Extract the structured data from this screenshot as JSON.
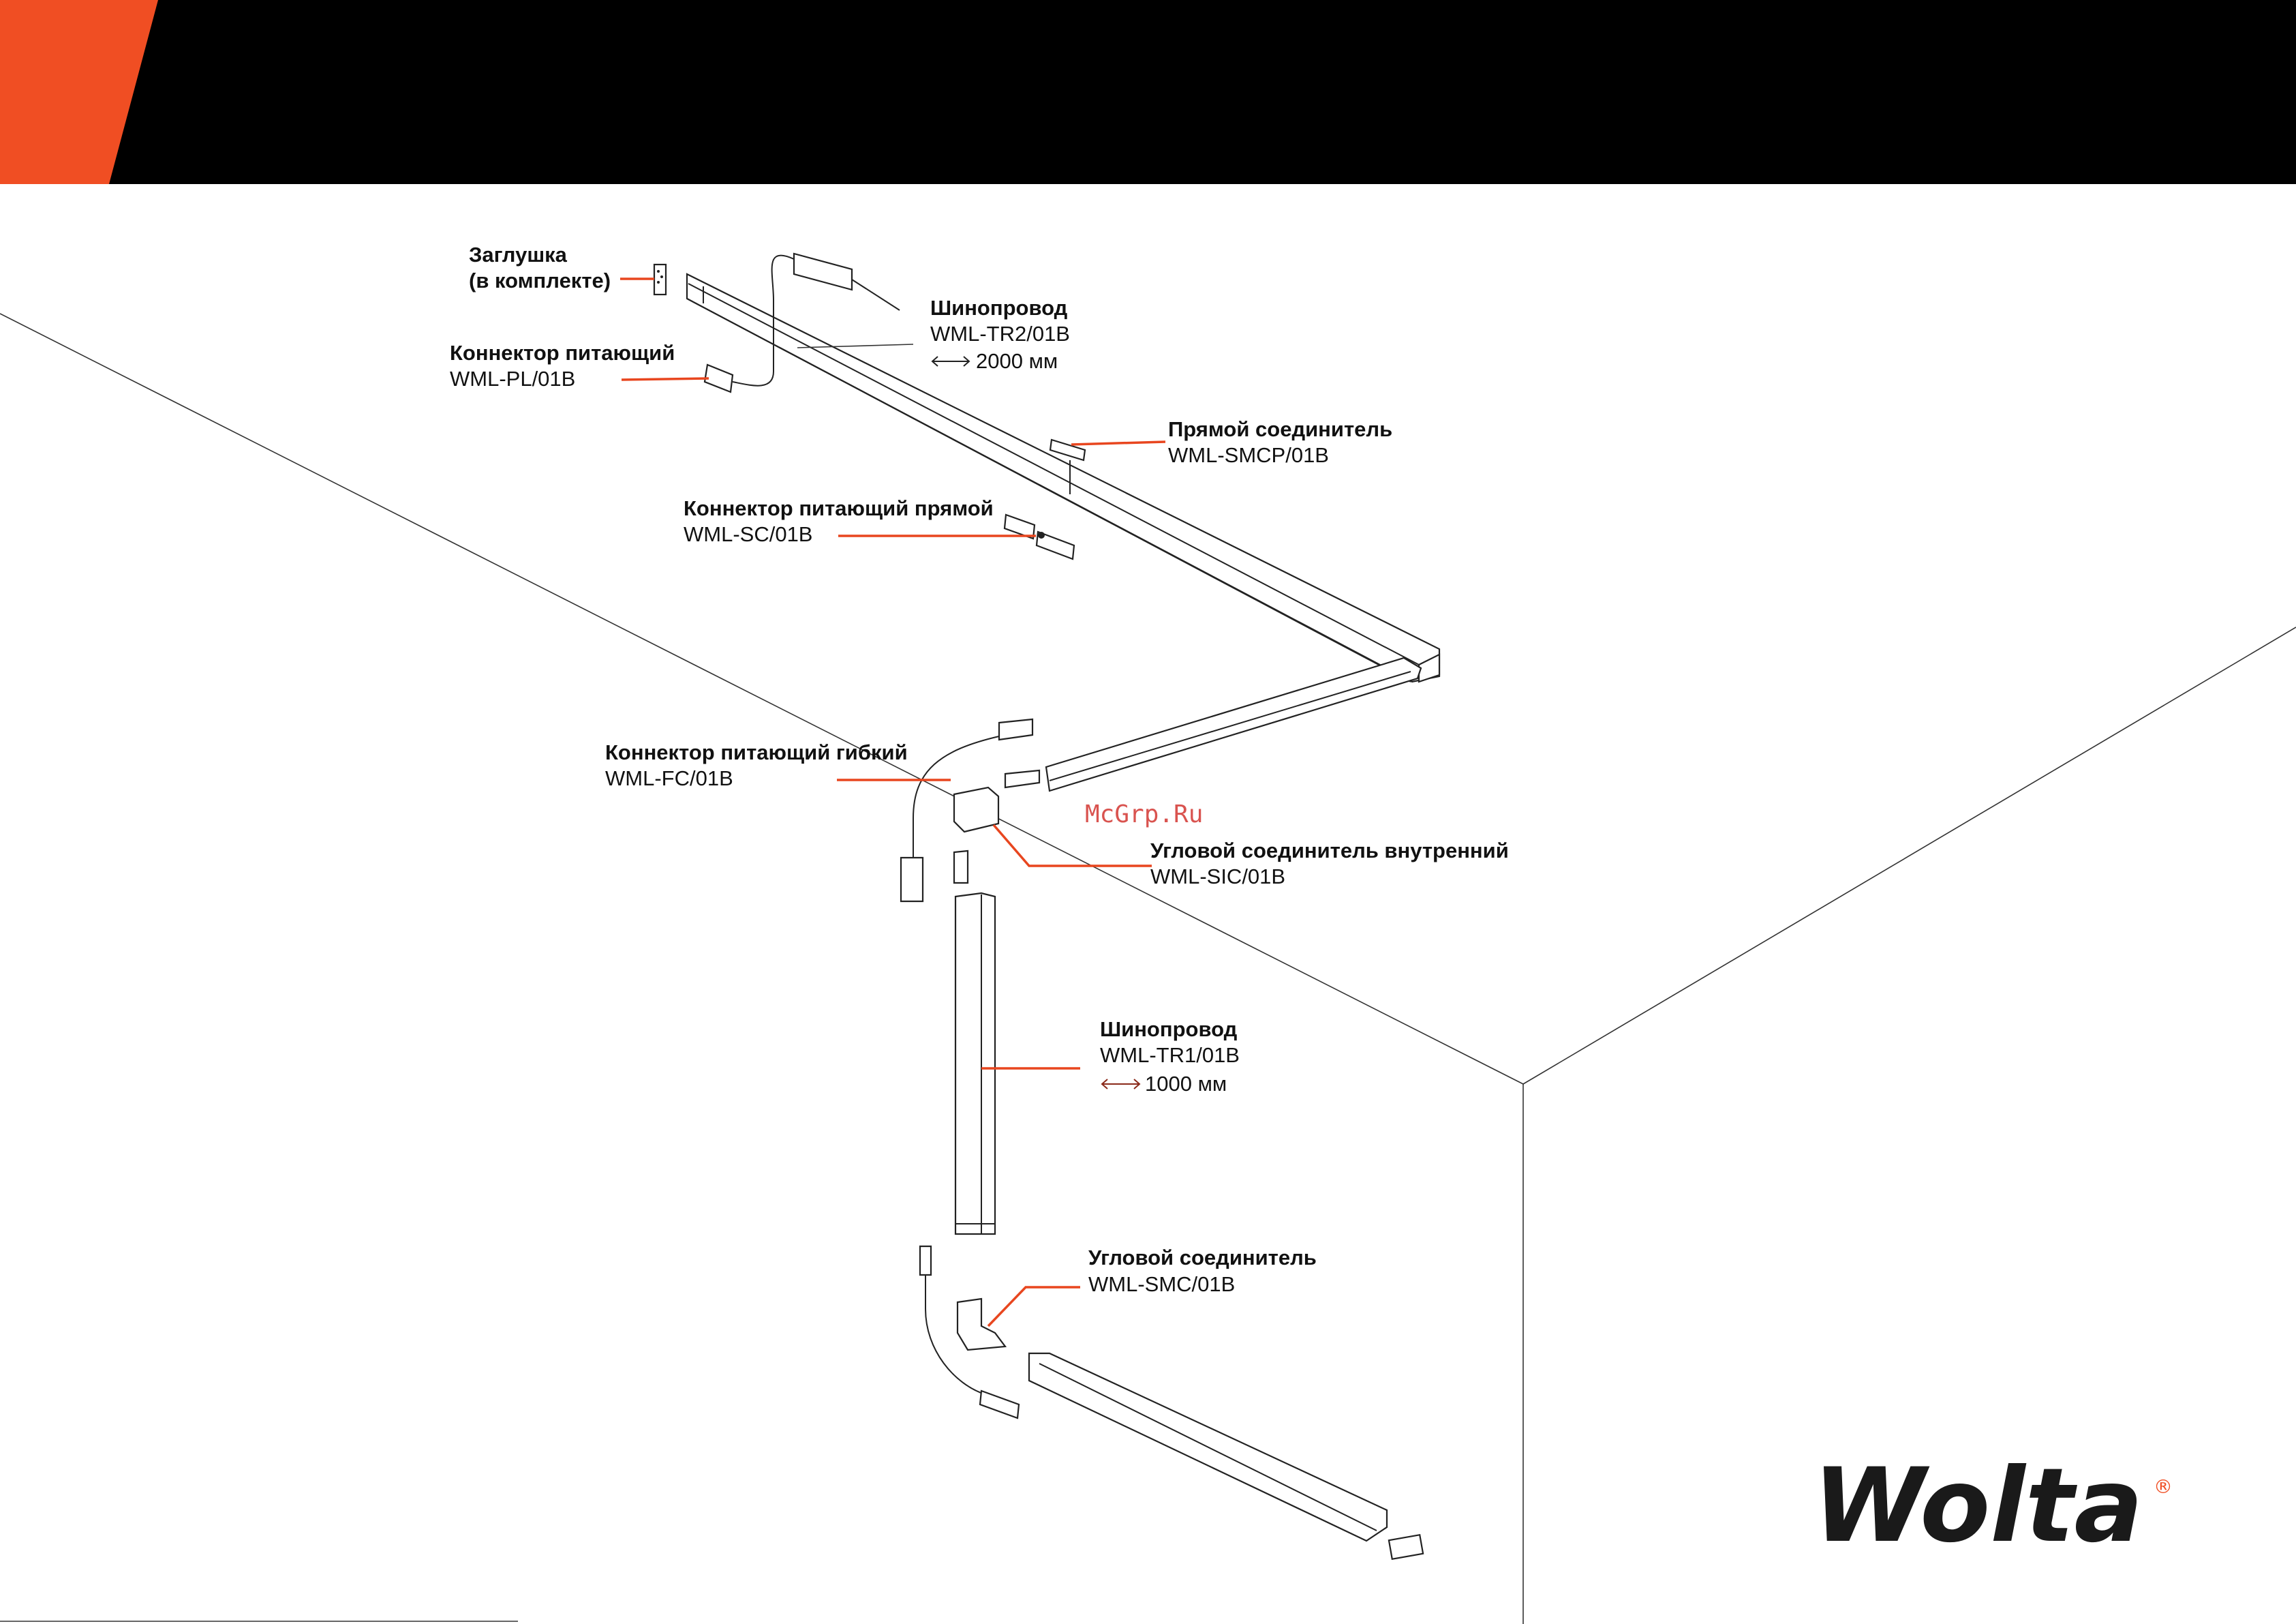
{
  "header": {
    "accent_color": "#f04e23",
    "bar_color": "#000000"
  },
  "labels": {
    "plug": {
      "line1": "Заглушка",
      "line2": "(в комплекте)"
    },
    "track_long": {
      "title": "Шинопровод",
      "code": "WML-TR2/01B",
      "length": "2000 мм"
    },
    "power_connector": {
      "title": "Коннектор питающий",
      "code": "WML-PL/01B"
    },
    "straight_connector": {
      "title": "Прямой соединитель",
      "code": "WML-SMCP/01B"
    },
    "power_connector_straight": {
      "title": "Коннектор питающий прямой",
      "code": "WML-SC/01B"
    },
    "power_connector_flex": {
      "title": "Коннектор питающий гибкий",
      "code": "WML-FC/01B"
    },
    "inner_corner_connector": {
      "title": "Угловой соединитель внутренний",
      "code": "WML-SIC/01B"
    },
    "track_short": {
      "title": "Шинопровод",
      "code": "WML-TR1/01B",
      "length": "1000 мм"
    },
    "corner_connector": {
      "title": "Угловой соединитель",
      "code": "WML-SMC/01B"
    }
  },
  "watermark": "McGrp.Ru",
  "logo": {
    "text": "Wolta",
    "registered": "®",
    "color_dark": "#1a1a1a",
    "color_accent": "#f04e23"
  },
  "colors": {
    "leader": "#e8461f",
    "text": "#111111",
    "watermark": "#d9534f"
  }
}
